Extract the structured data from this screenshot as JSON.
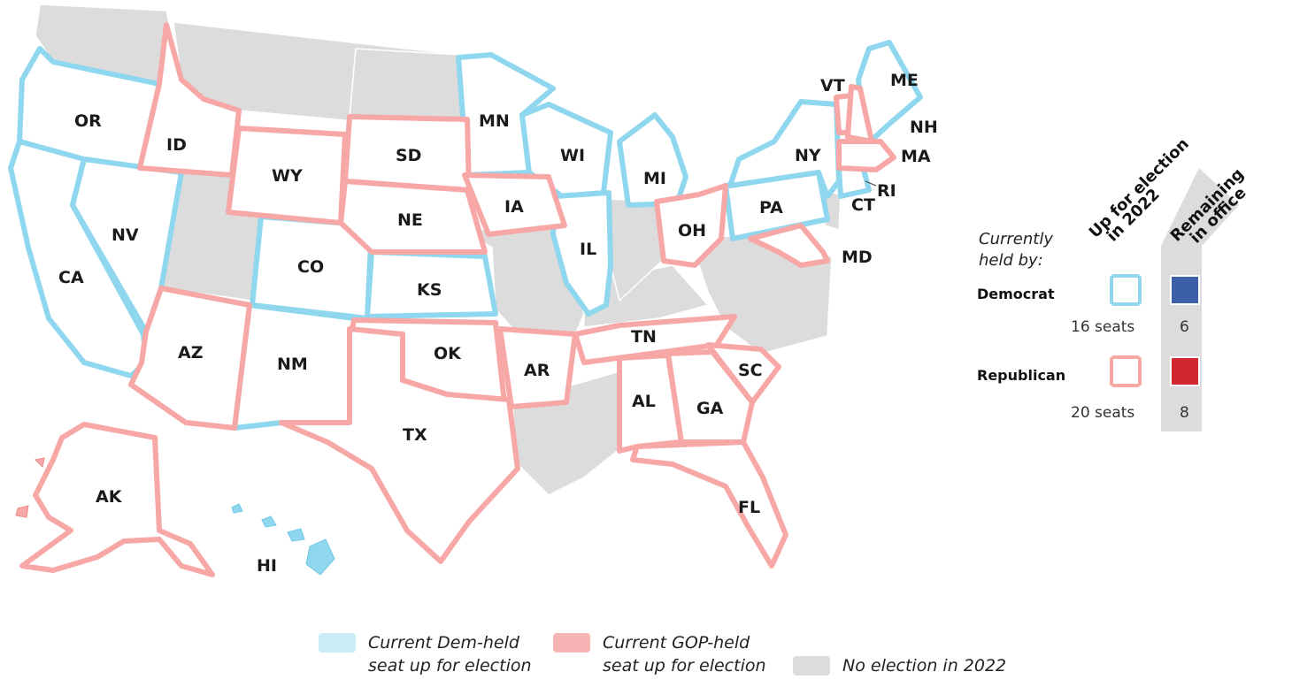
{
  "colors": {
    "dem_up": "#8fd7ee",
    "gop_up": "#f7a7a6",
    "no_election": "#dcdcdc",
    "dem_remaining": "#3d5fa8",
    "gop_remaining": "#d22630"
  },
  "states": {
    "OR": "OR",
    "CA": "CA",
    "NV": "NV",
    "ID": "ID",
    "WY": "WY",
    "SD": "SD",
    "NE": "NE",
    "CO": "CO",
    "KS": "KS",
    "AZ": "AZ",
    "NM": "NM",
    "OK": "OK",
    "TX": "TX",
    "MN": "MN",
    "IA": "IA",
    "WI": "WI",
    "IL": "IL",
    "MI": "MI",
    "AR": "AR",
    "OH": "OH",
    "TN": "TN",
    "AL": "AL",
    "GA": "GA",
    "SC": "SC",
    "FL": "FL",
    "PA": "PA",
    "NY": "NY",
    "VT": "VT",
    "NH": "NH",
    "ME": "ME",
    "MA": "MA",
    "CT": "CT",
    "RI": "RI",
    "MD": "MD",
    "AK": "AK",
    "HI": "HI"
  },
  "side_legend": {
    "currently_line1": "Currently",
    "currently_line2": "held by:",
    "col1_line1": "Up for election",
    "col1_line2": "in 2022",
    "col2_line1": "Remaining",
    "col2_line2": "in office",
    "dem_label": "Democrat",
    "dem_seats": "16 seats",
    "dem_remaining": "6",
    "gop_label": "Republican",
    "gop_seats": "20 seats",
    "gop_remaining": "8"
  },
  "bottom_legend": {
    "dem_line1": "Current Dem-held",
    "dem_line2": "seat up for election",
    "gop_line1": "Current GOP-held",
    "gop_line2": "seat up for election",
    "none": "No election in 2022"
  }
}
